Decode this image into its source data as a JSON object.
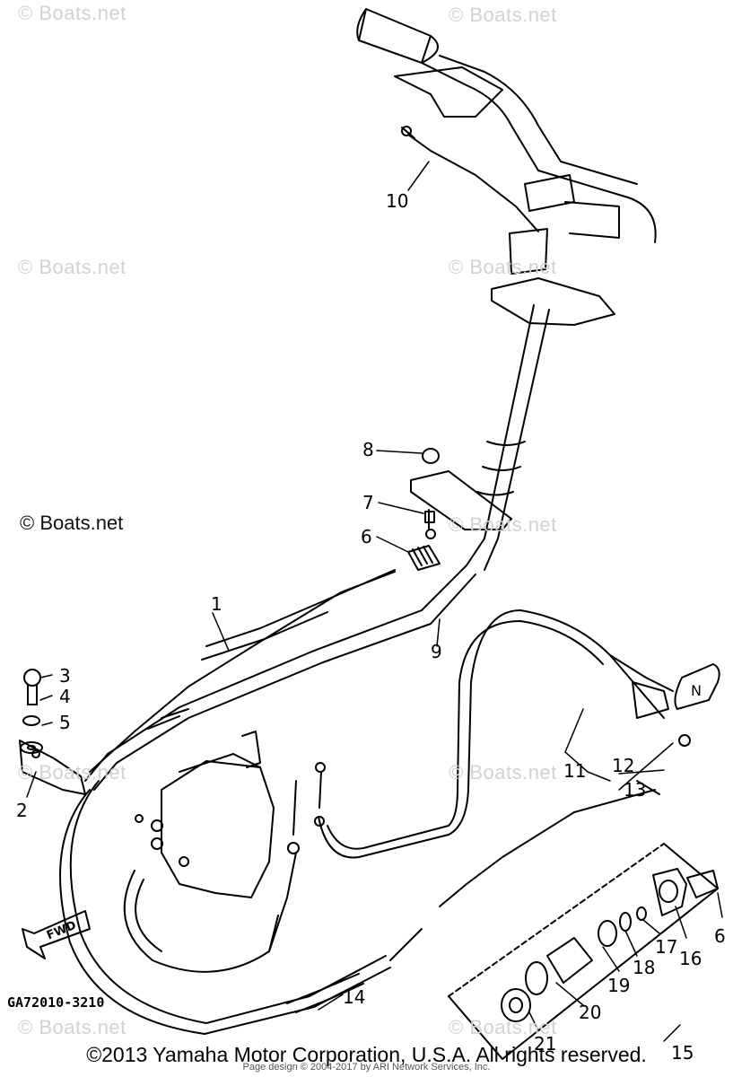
{
  "watermarks": {
    "small": "© Boats.net",
    "large": "© Boats.net"
  },
  "diagram_code": "GA72010-3210",
  "copyright": "©2013 Yamaha Motor Corporation, U.S.A. All rights reserved.",
  "credit": "Page design © 2004-2017 by ARI Network Services, Inc.",
  "fwd_label": "FWD",
  "neutral_label": "N",
  "callouts": [
    "1",
    "2",
    "3",
    "4",
    "5",
    "6",
    "7",
    "8",
    "9",
    "10",
    "11",
    "12",
    "13",
    "14",
    "15",
    "16",
    "17",
    "18",
    "19",
    "20",
    "21",
    "6"
  ]
}
